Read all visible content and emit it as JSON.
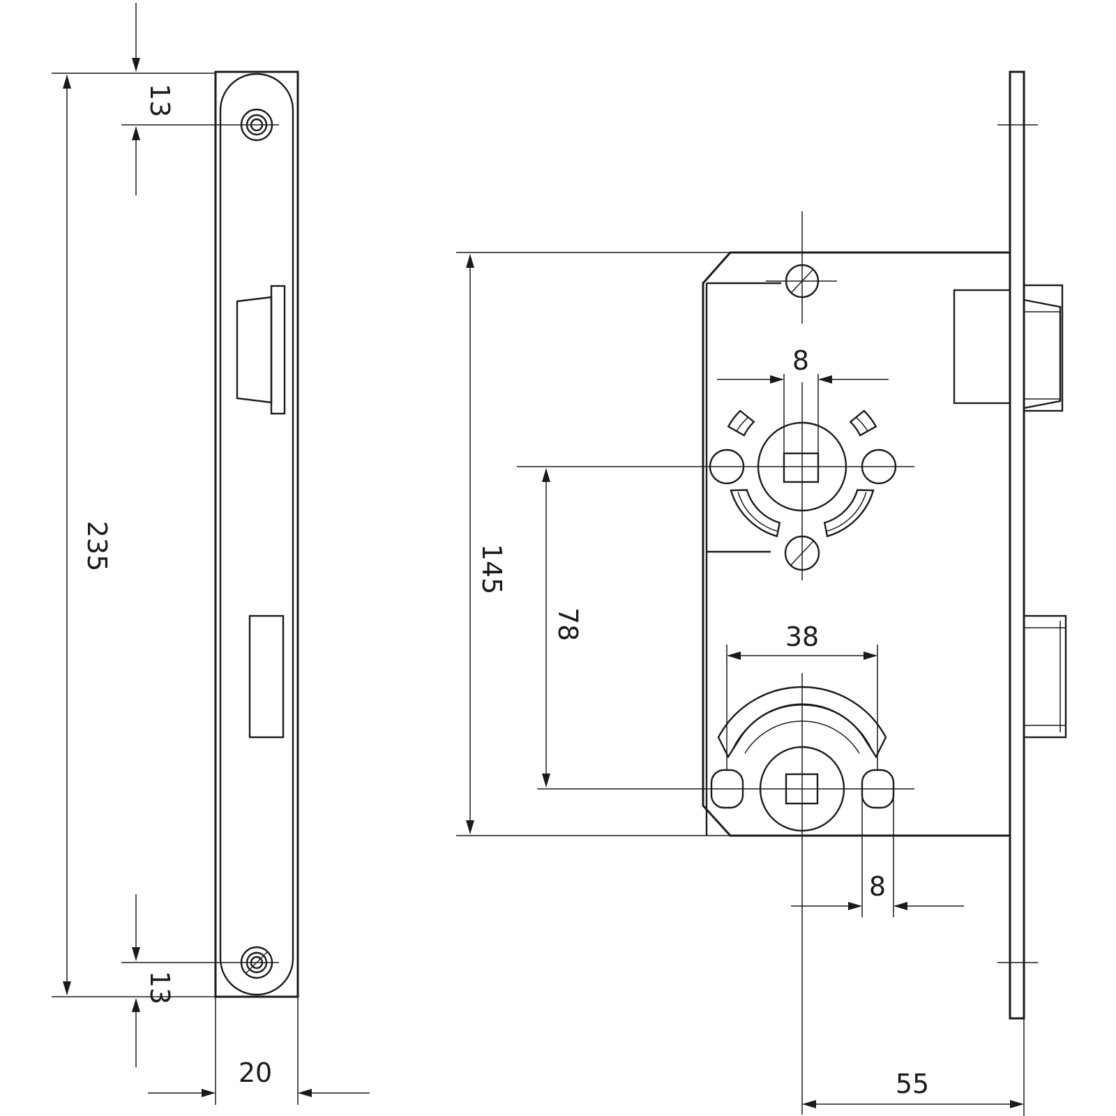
{
  "dimensions": {
    "top_screw_offset": "13",
    "bottom_screw_offset": "13",
    "faceplate_length": "235",
    "faceplate_width": "20",
    "case_height": "145",
    "center_distance": "78",
    "spindle_square": "8",
    "turn_pin_span": "38",
    "turn_pin_size": "8",
    "backset": "55"
  }
}
